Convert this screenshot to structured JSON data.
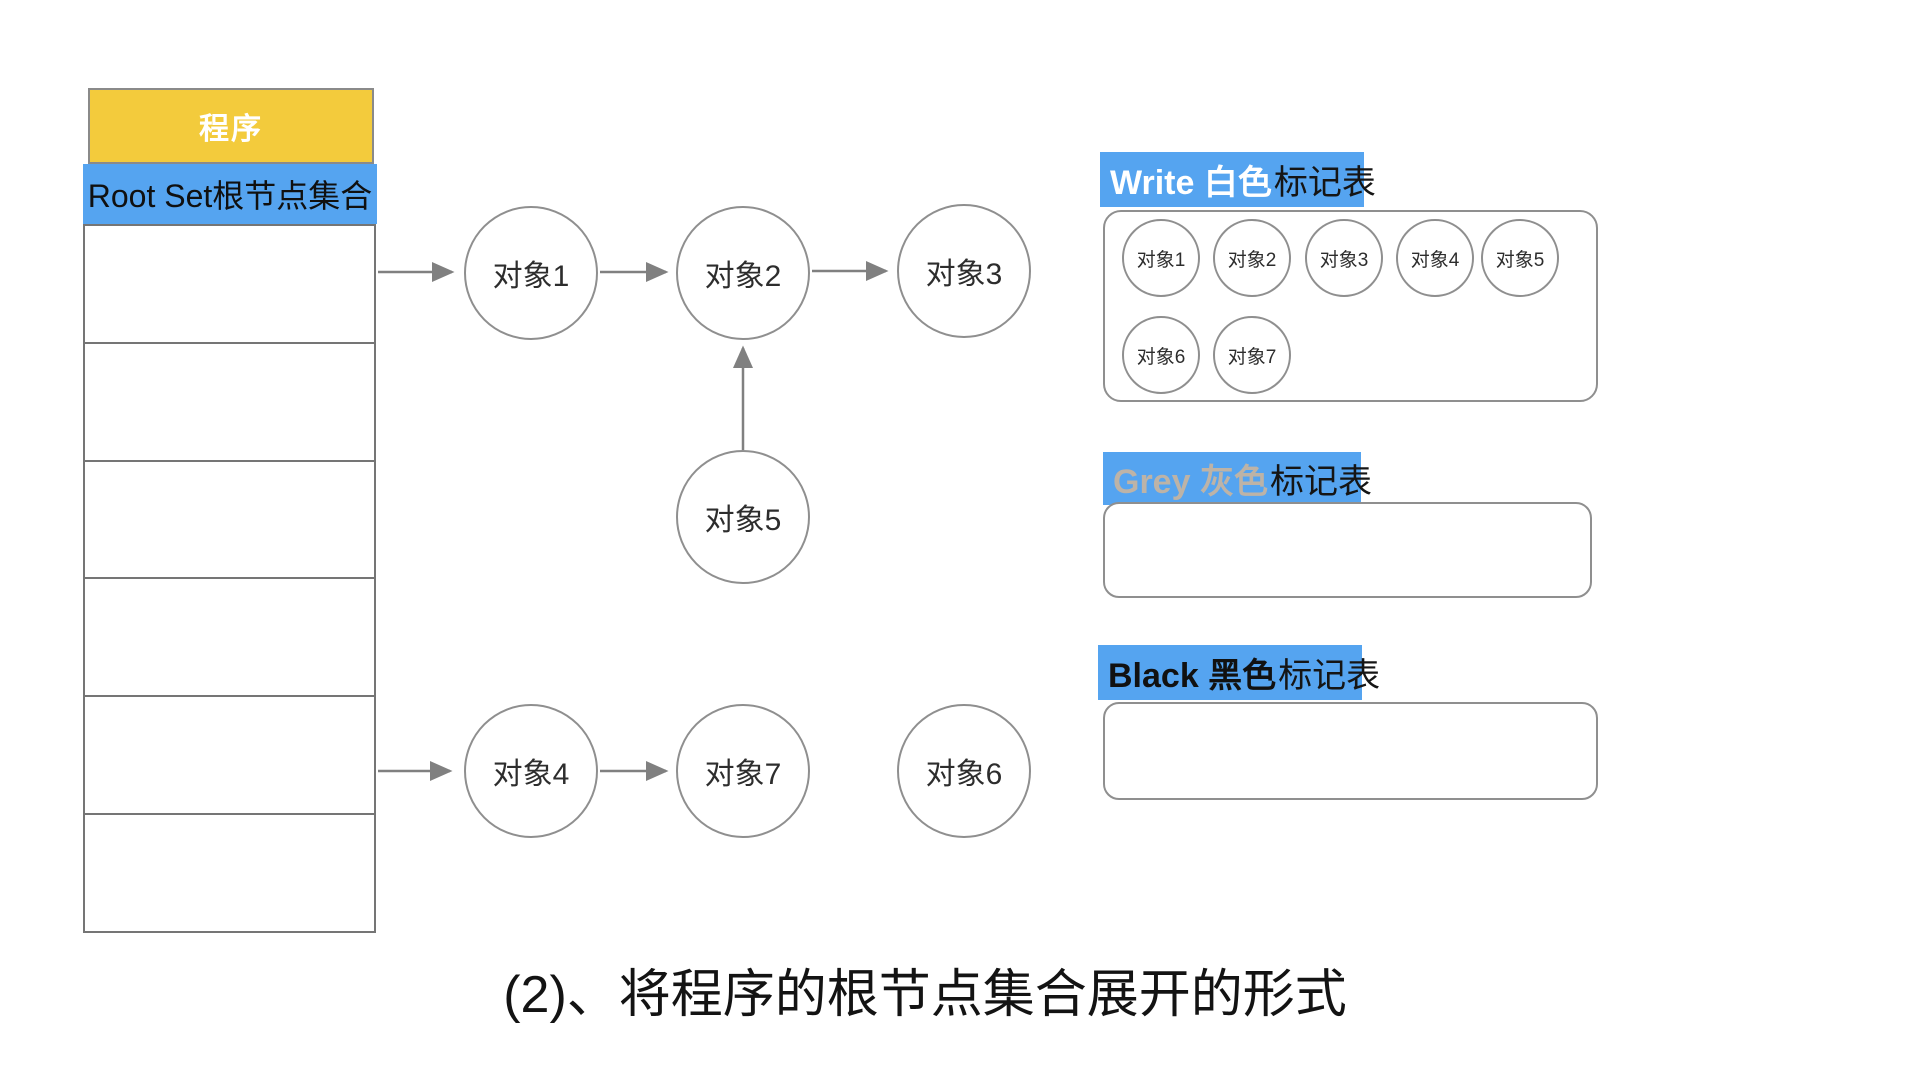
{
  "colors": {
    "header_yellow": "#F3CB3C",
    "label_blue": "#55A4F0",
    "grey_title_text": "#BDB3A7",
    "line_grey": "#808080"
  },
  "program": {
    "header": "程序",
    "root_set": "Root Set根节点集合",
    "empty_slot_count": 6
  },
  "nodes": [
    {
      "id": "node-1",
      "label": "对象1"
    },
    {
      "id": "node-2",
      "label": "对象2"
    },
    {
      "id": "node-3",
      "label": "对象3"
    },
    {
      "id": "node-5",
      "label": "对象5"
    },
    {
      "id": "node-4",
      "label": "对象4"
    },
    {
      "id": "node-7",
      "label": "对象7"
    },
    {
      "id": "node-6",
      "label": "对象6"
    }
  ],
  "white_table": {
    "title_prefix": "Write 白色",
    "title_suffix": "标记表",
    "items": [
      "对象1",
      "对象2",
      "对象3",
      "对象4",
      "对象5",
      "对象6",
      "对象7"
    ]
  },
  "grey_table": {
    "title_prefix": "Grey 灰色",
    "title_suffix": "标记表"
  },
  "black_table": {
    "title_prefix": "Black 黑色",
    "title_suffix": "标记表"
  },
  "caption": "(2)、将程序的根节点集合展开的形式"
}
